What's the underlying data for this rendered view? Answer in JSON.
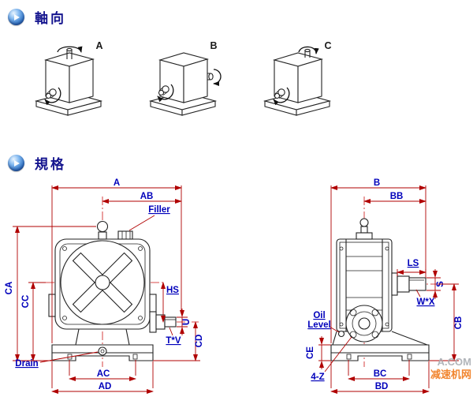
{
  "sections": {
    "axial_title": "軸向",
    "spec_title": "規格"
  },
  "axial": {
    "view_a": "A",
    "view_b": "B",
    "view_c": "C"
  },
  "front_view": {
    "a": "A",
    "ab": "AB",
    "filler": "Filler",
    "ca": "CA",
    "cc": "CC",
    "hs": "HS",
    "u": "U",
    "tv": "T*V",
    "cd": "CD",
    "drain": "Drain",
    "ac": "AC",
    "ad": "AD"
  },
  "side_view": {
    "b": "B",
    "bb": "BB",
    "ls": "LS",
    "s": "S",
    "wx": "W*X",
    "cb": "CB",
    "oil_line1": "Oil",
    "oil_line2": "Level",
    "ce": "CE",
    "four_z": "4-Z",
    "bc": "BC",
    "bd": "BD"
  },
  "watermark": {
    "line1": "A.COM",
    "line2": "减速机网"
  },
  "colors": {
    "dimension_line": "#b00000",
    "center_line": "#cc1111",
    "outline": "#222222",
    "label_text": "#0000bb",
    "header_text": "#14148e",
    "watermark_grey": "#a9adb3",
    "watermark_orange": "#f07818"
  }
}
